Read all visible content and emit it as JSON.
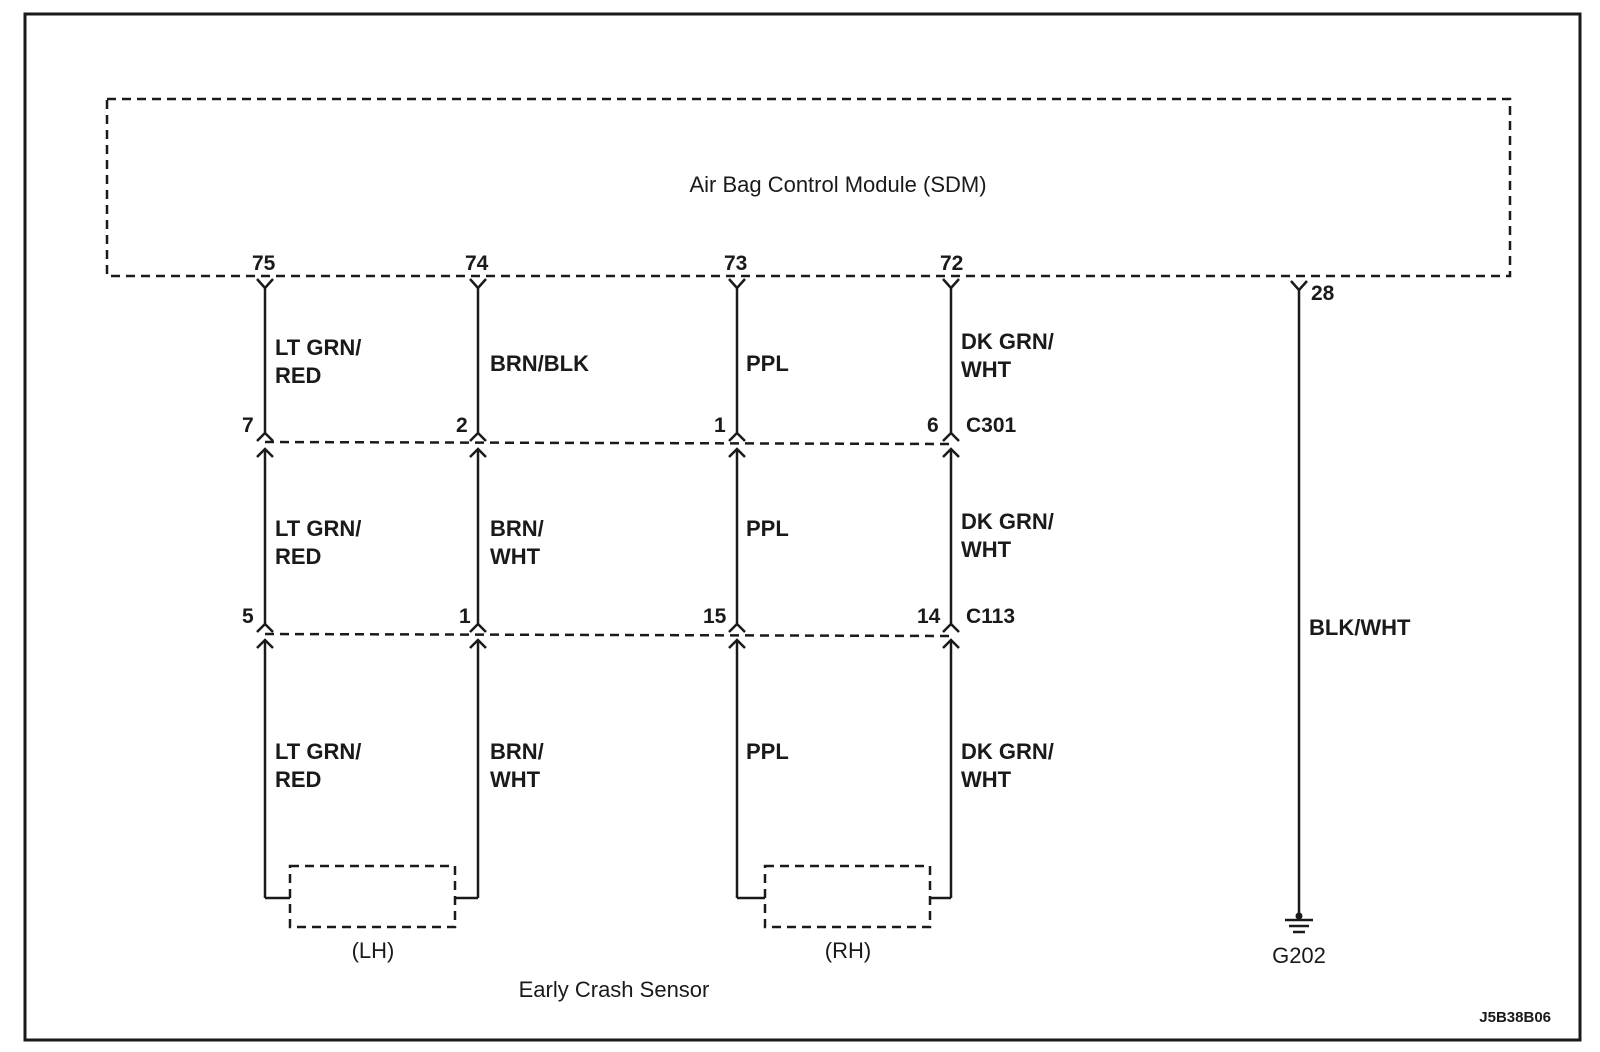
{
  "module": {
    "title": "Air Bag Control Module (SDM)"
  },
  "circuits": [
    {
      "id": "lt-grn-red",
      "sdm_pin": "75",
      "c301_pin": "7",
      "c113_pin": "5",
      "segments": [
        [
          "LT GRN/",
          "RED"
        ],
        [
          "LT GRN/",
          "RED"
        ],
        [
          "LT GRN/",
          "RED"
        ]
      ]
    },
    {
      "id": "brn",
      "sdm_pin": "74",
      "c301_pin": "2",
      "c113_pin": "1",
      "segments": [
        [
          "BRN/BLK"
        ],
        [
          "BRN/",
          "WHT"
        ],
        [
          "BRN/",
          "WHT"
        ]
      ]
    },
    {
      "id": "ppl",
      "sdm_pin": "73",
      "c301_pin": "1",
      "c113_pin": "15",
      "segments": [
        [
          "PPL"
        ],
        [
          "PPL"
        ],
        [
          "PPL"
        ]
      ]
    },
    {
      "id": "dk-grn-wht",
      "sdm_pin": "72",
      "c301_pin": "6",
      "c113_pin": "14",
      "segments": [
        [
          "DK GRN/",
          "WHT"
        ],
        [
          "DK GRN/",
          "WHT"
        ],
        [
          "DK GRN/",
          "WHT"
        ]
      ]
    }
  ],
  "connectors": {
    "c301": "C301",
    "c113": "C113"
  },
  "ground": {
    "pin": "28",
    "wire": "BLK/WHT",
    "label": "G202"
  },
  "sensors": {
    "lh": "(LH)",
    "rh": "(RH)",
    "caption": "Early Crash Sensor"
  },
  "figure_code": "J5B38B06"
}
